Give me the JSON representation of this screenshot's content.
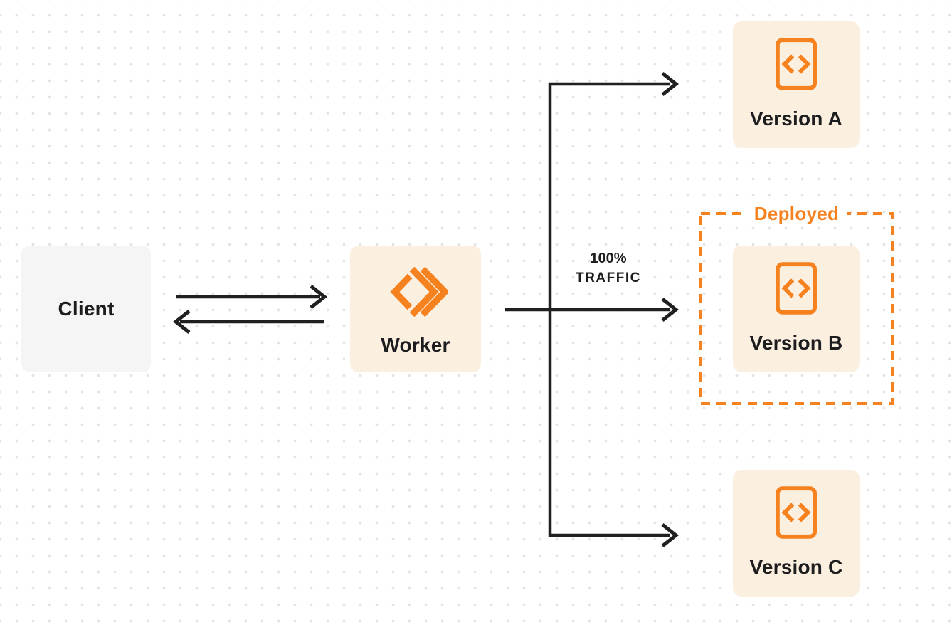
{
  "nodes": {
    "client": {
      "label": "Client"
    },
    "worker": {
      "label": "Worker"
    },
    "version_a": {
      "label": "Version A"
    },
    "version_b": {
      "label": "Version B"
    },
    "version_c": {
      "label": "Version C"
    }
  },
  "annotations": {
    "deployed_label": "Deployed",
    "traffic_line1": "100%",
    "traffic_line2": "TRAFFIC"
  },
  "icons": {
    "worker_icon": "workers-logo-icon",
    "version_icon": "code-file-icon"
  },
  "colors": {
    "background": "#FFFFFF",
    "dot_grid": "#E4E4E4",
    "accent_orange": "#F6821F",
    "peach_fill": "#FBEFE0",
    "gray_fill": "#F5F5F6",
    "line_dark": "#202020",
    "text_dark": "#1D1D1F"
  }
}
